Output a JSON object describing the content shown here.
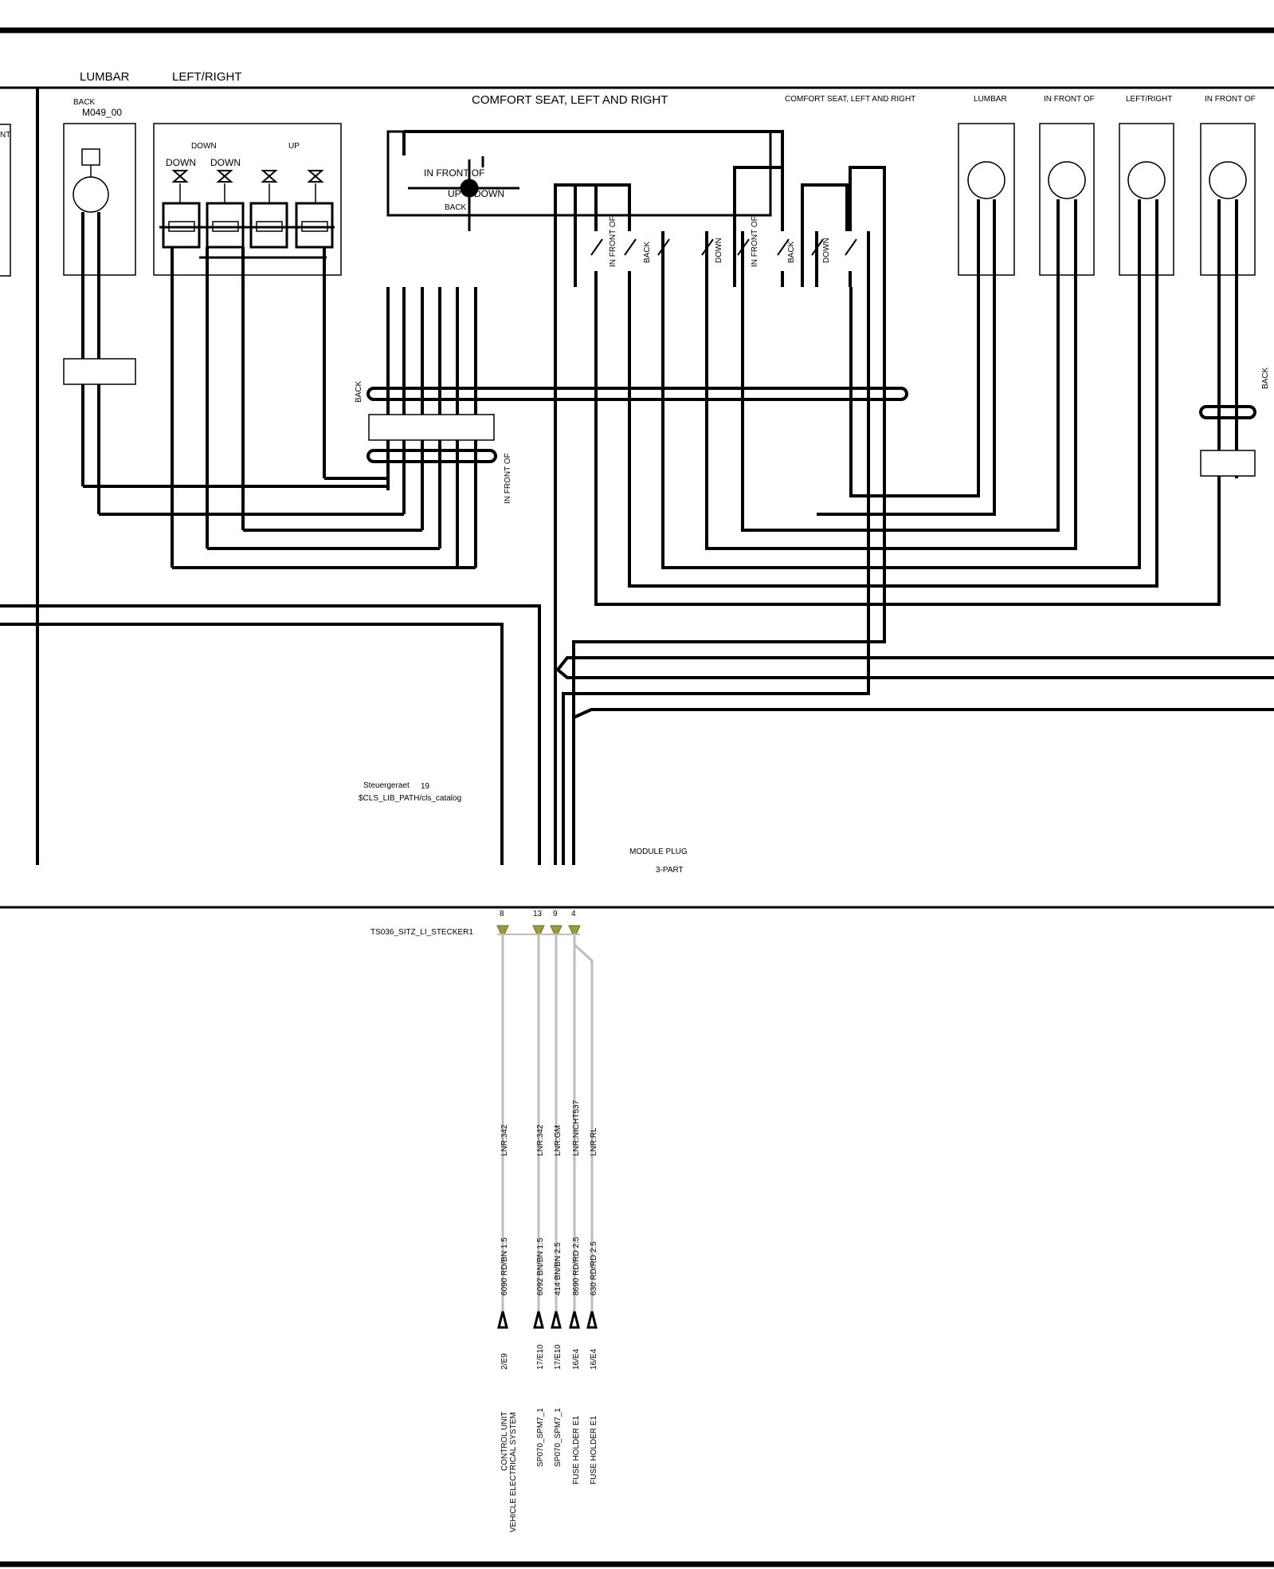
{
  "header": {
    "lumbar": "LUMBAR",
    "left_right": "LEFT/RIGHT",
    "comfort_seat_main": "COMFORT SEAT, LEFT AND RIGHT",
    "comfort_seat_small": "COMFORT SEAT, LEFT AND RIGHT"
  },
  "left_motor": {
    "back": "BACK",
    "id": "M049_00"
  },
  "valve_block": {
    "down_header": "DOWN",
    "up_header": "UP",
    "down1": "DOWN",
    "down2": "DOWN"
  },
  "joystick": {
    "in_front_of": "IN FRONT OF",
    "up": "UP",
    "down": "DOWN",
    "back": "BACK"
  },
  "switch_labels": [
    "IN FRONT OF",
    "BACK",
    "DOWN",
    "IN FRONT OF",
    "BACK",
    "DOWN"
  ],
  "right_motors": [
    "LUMBAR",
    "IN FRONT OF",
    "LEFT/RIGHT",
    "IN FRONT OF"
  ],
  "side_labels": {
    "back_mid": "BACK",
    "in_front_of_mid": "IN FRONT OF",
    "back_right": "BACK",
    "left_partial": "NT"
  },
  "control_unit": {
    "label": "Steuergeraet",
    "number": "19",
    "path": "$CLS_LIB_PATH/cls_catalog"
  },
  "module_plug": {
    "label": "MODULE PLUG",
    "sub": "3-PART"
  },
  "connector": {
    "name": "TS036_SITZ_LI_STECKER1",
    "pins": [
      "8",
      "13",
      "9",
      "4"
    ]
  },
  "wires": [
    {
      "lnr": "LNR:342",
      "code": "6090 RD/BN 1.5",
      "dest": "2/E9",
      "target": "CONTROL UNIT",
      "target2": "VEHICLE ELECTRICAL SYSTEM"
    },
    {
      "lnr": "LNR:342",
      "code": "6092 BN/BN 1.5",
      "dest": "17/E10",
      "target": "SP070_SPM7_1",
      "target2": ""
    },
    {
      "lnr": "LNR:GM",
      "code": "414 BN/BN 2.5",
      "dest": "17/E10",
      "target": "SP070_SPM7_1",
      "target2": ""
    },
    {
      "lnr": "LNR:NICHT537",
      "code": "8690 RD/RD 2.5",
      "dest": "16/E4",
      "target": "FUSE HOLDER  E1",
      "target2": ""
    },
    {
      "lnr": "LNR:RL",
      "code": "630 RD/RD 2.5",
      "dest": "16/E4",
      "target": "FUSE HOLDER  E1",
      "target2": ""
    }
  ]
}
